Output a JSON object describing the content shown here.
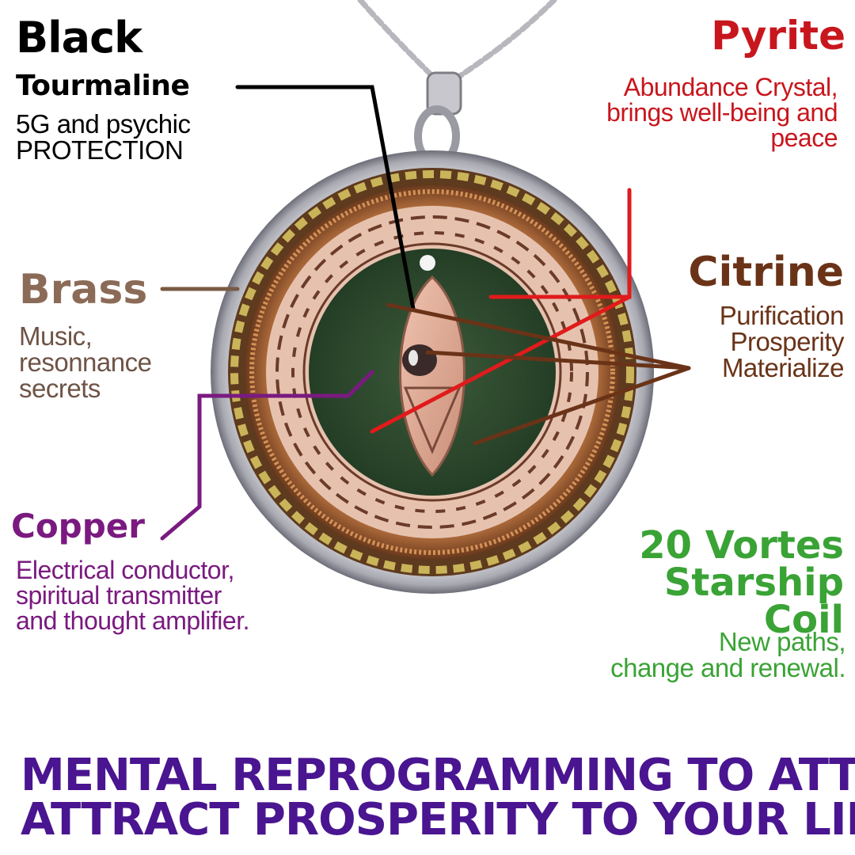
{
  "black_tourmaline": {
    "title_line1": "Black",
    "title_line2": "Tourmaline",
    "desc_line1": "5G and psychic",
    "desc_line2": "PROTECTION"
  },
  "pyrite": {
    "title": "Pyrite",
    "desc_line1": "Abundance Crystal,",
    "desc_line2": "brings well-being and",
    "desc_line3": "peace"
  },
  "brass": {
    "title": "Brass",
    "desc_line1": "Music,",
    "desc_line2": "resonnance",
    "desc_line3": "secrets"
  },
  "citrine": {
    "title": "Citrine",
    "desc_line1": "Purification",
    "desc_line2": "Prosperity",
    "desc_line3": "Materialize"
  },
  "copper": {
    "title": "Copper",
    "desc_line1": "Electrical conductor,",
    "desc_line2": "spiritual transmitter",
    "desc_line3": "and thought amplifier."
  },
  "vortes": {
    "title_line1": "20 Vortes",
    "title_line2": "Starship",
    "title_line3": "Coil",
    "desc_line1": "New paths,",
    "desc_line2": "change and renewal."
  },
  "banner": {
    "line1": "MENTAL REPROGRAMMING TO ATTRACT",
    "line2": "ATTRACT PROSPERITY TO YOUR LIFE"
  },
  "colors": {
    "black": "#000000",
    "pyrite_red": "#c8161d",
    "brass_brown": "#8b6b57",
    "citrine_brown": "#6a3318",
    "copper_purple": "#7a1a80",
    "vortes_green": "#3aa335",
    "banner_purple": "#4a1590"
  },
  "icons": {
    "pendant": "orgonite-pendant-image",
    "chain": "necklace-chain"
  }
}
